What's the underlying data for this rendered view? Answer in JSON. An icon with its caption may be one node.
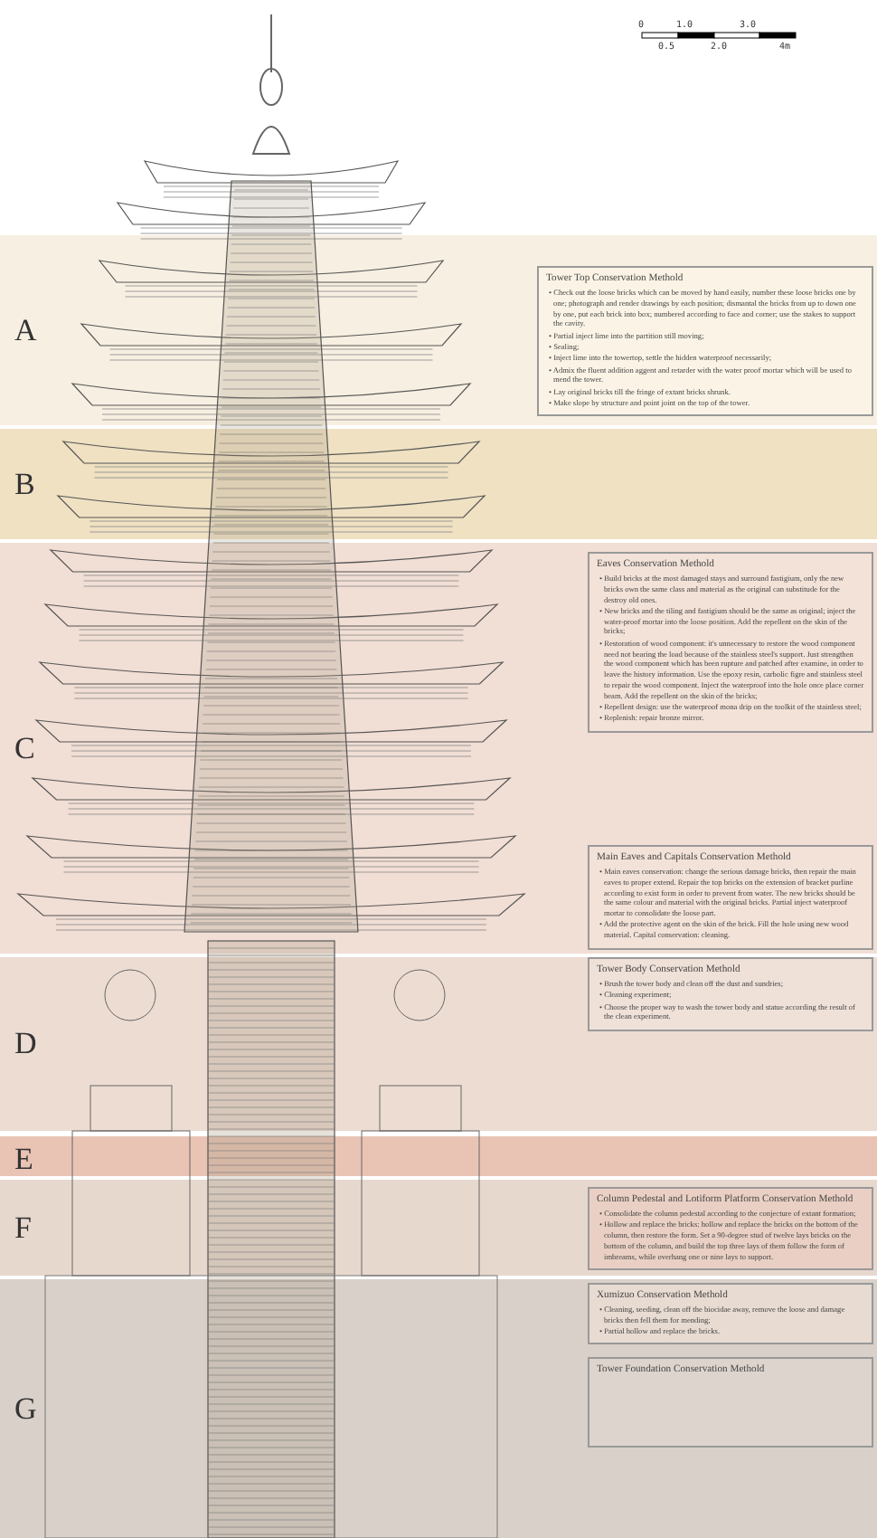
{
  "diagram": {
    "nodes": [
      {
        "text": [
          "A"
        ]
      },
      {
        "text": [
          "B"
        ]
      },
      {
        "text": [
          "C"
        ]
      },
      {
        "text": [
          "D"
        ]
      },
      {
        "text": [
          "E"
        ]
      },
      {
        "text": [
          "F"
        ]
      },
      {
        "text": [
          "G"
        ]
      },
      {
        "text": [
          "Tower Top Conservation Methold",
          "• Check out the loose bricks which can be moved by hand easily, number these loose bricks one by one; photograph and render drawings by each position; dismantal the bricks from up to down one by one, put each brick into box; numbered according to face and corner; use the stakes to support the cavity.",
          "• Partial inject lime into the partition still moving;",
          "• Sealing;",
          "• Inject lime into the towertop, settle the hidden waterproof necessarily;",
          "• Admix the fluent addition aggent and retarder with the water proof mortar which will be used to mend the tower.",
          "• Lay original bricks till the fringe of extant bricks shrunk.",
          "• Make slope by structure and point joint on the top of the tower."
        ],
        "in": 0
      },
      {
        "text": [
          "Eaves Conservation Methold",
          "• Build bricks at the most damaged stays and surround fastigium, only the new bricks own the same class and material as the original can substitude for the destroy old ones.",
          "• New bricks and the tiling and fastigium should be the same as original; inject the water-proof mortar into the loose position. Add the repellent on the skin of the bricks;",
          "• Restoration of wood component: it's unnecessary to restore the wood component need not bearing the load because of the stainless steel's support. Just strengthen the wood component which has been rupture and patched after examine, in order to leave the history information. Use the epoxy resin, carbolic figre and stainless steel to repair the wood component. Inject the waterproof into the hole once place corner beam. Add the repellent on the skin of the bricks;",
          "• Repellent design: use the waterproof mona drip on the toolkit of the stainless steel;",
          "• Replenish: repair bronze mirror."
        ],
        "in": 2
      },
      {
        "text": [
          "Main Eaves and Capitals Conservation Methold",
          "• Main eaves conservation: change the serious damage bricks, then repair the main eaves to proper extend. Repair the top bricks on the extension of bracket purline according to exist form in order to prevent from water. The new bricks should be the same colour and material with the original bricks. Partial inject waterproof mortar to consolidate the loose part.",
          "• Add the protective agent on the skin of the brick. Fill the hole using new wood material. Capital conservation: cleaning."
        ],
        "in": 2
      },
      {
        "text": [
          "Tower Body Conservation Methold",
          "• Brush the tower body and clean off the dust and sundries;",
          "• Cleaning experiment;",
          "• Choose the proper way to wash the tower body and statue according the result of the clean experiment."
        ],
        "in": 3
      },
      {
        "text": [
          "Column Pedestal and Lotiform Platform Conservation Methold",
          "• Consolidate the column pedestal according to the conjecture of extant formation;",
          "• Hollow and replace the bricks: hollow and replace the bricks on the bottom of the column, then restore the form. Set a 90-degree stud of twelve lays bricks on the bottom of the column, and build the top three lays of them follow the form of imbreams, while overhang one or nine lays to support."
        ],
        "in": 5
      },
      {
        "text": [
          "Xumizuo Conservation Methold",
          "• Cleaning, seeding, clean off the biocidae away, remove the loose and damage bricks then fell them for mending;",
          "• Partial hollow and replace the bricks."
        ],
        "in": 6
      },
      {
        "text": [
          "Tower Foundation Conservation Methold"
        ],
        "in": 6
      }
    ],
    "labels": [
      "0",
      "1.0",
      "3.0",
      "0.5",
      "2.0",
      "4m"
    ]
  }
}
